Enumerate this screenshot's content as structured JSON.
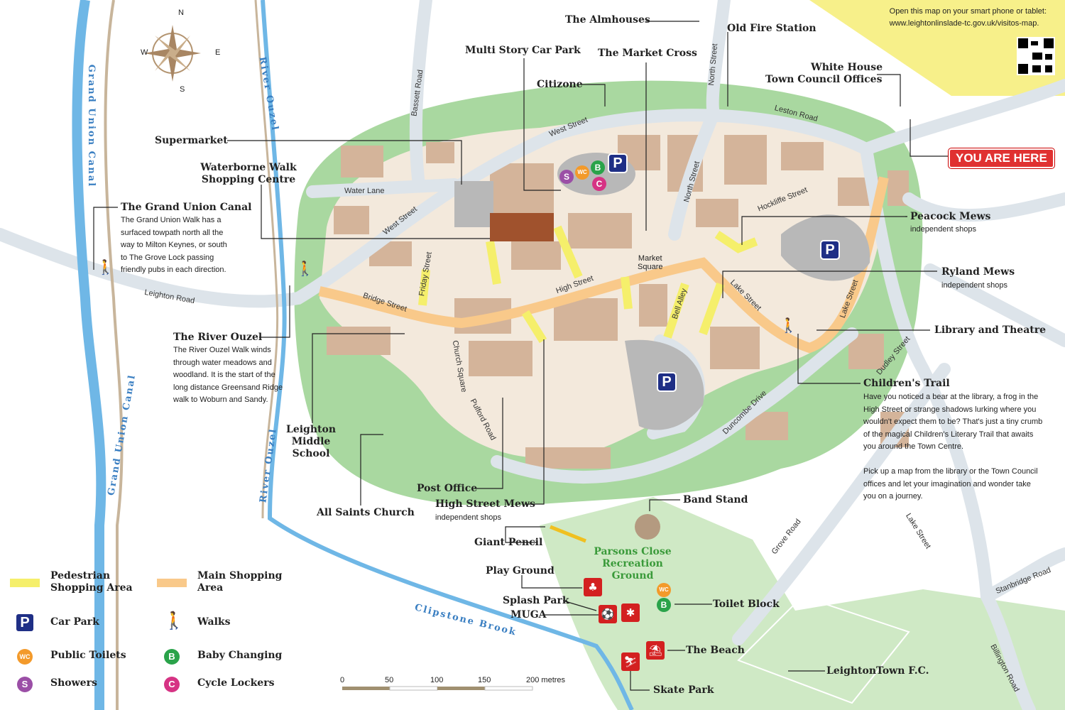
{
  "top_note": {
    "line1": "Open this map on your smart phone or tablet:",
    "line2": "www.leightonlinslade-tc.gov.uk/visitos-map."
  },
  "you_are_here": "YOU ARE HERE",
  "compass": {
    "n": "N",
    "e": "E",
    "s": "S",
    "w": "W"
  },
  "places": {
    "almhouses": "The Almhouses",
    "old_fire_station": "Old Fire Station",
    "multi_story": "Multi Story Car Park",
    "market_cross": "The Market Cross",
    "white_house": "White House",
    "town_council": "Town Council Offices",
    "citizone": "Citizone",
    "supermarket": "Supermarket",
    "waterborne": "Waterborne Walk",
    "waterborne2": "Shopping Centre",
    "grand_union": "The Grand Union Canal",
    "peacock": "Peacock Mews",
    "ryland": "Ryland Mews",
    "library": "Library and Theatre",
    "childrens_trail": "Children's Trail",
    "river_ouzel": "The River Ouzel",
    "leighton_middle": "Leighton",
    "leighton_middle2": "Middle",
    "leighton_middle3": "School",
    "post_office": "Post Office",
    "all_saints": "All Saints Church",
    "high_street_mews": "High Street Mews",
    "band_stand": "Band Stand",
    "giant_pencil": "Giant Pencil",
    "parsons1": "Parsons Close",
    "parsons2": "Recreation",
    "parsons3": "Ground",
    "play_ground": "Play Ground",
    "splash_park": "Splash Park",
    "muga": "MUGA",
    "toilet_block": "Toilet Block",
    "the_beach": "The Beach",
    "skate_park": "Skate Park",
    "fc": "LeightonTown F.C.",
    "market_square1": "Market",
    "market_square2": "Square"
  },
  "subs": {
    "independent_shops": "independent shops"
  },
  "descriptions": {
    "grand_union": [
      "The Grand Union Walk has a",
      "surfaced towpath north all the",
      "way to Milton Keynes, or south",
      "to The Grove Lock passing",
      "friendly pubs in each direction."
    ],
    "river_ouzel": [
      "The River Ouzel Walk winds",
      "through water meadows and",
      "woodland. It is the start of the",
      "long distance Greensand Ridge",
      "walk to Woburn and Sandy."
    ],
    "childrens_trail": [
      "Have you noticed a bear at the library, a frog in the",
      "High Street or strange shadows lurking where you",
      "wouldn't expect them to be? That's just a tiny crumb",
      "of the magical Children's Literary Trail that awaits",
      "you around the Town Centre.",
      "",
      "Pick up a map from the library or the Town Council",
      "offices and let your imagination and wonder take",
      "you on a journey."
    ]
  },
  "streets": {
    "water_lane": "Water Lane",
    "west_street": "West Street",
    "bassett_road": "Bassett Road",
    "north_street": "North Street",
    "leston_road": "Leston Road",
    "hockliffe_street": "Hockliffe Street",
    "leighton_road": "Leighton Road",
    "bridge_street": "Bridge Street",
    "friday_street": "Friday Street",
    "high_street": "High Street",
    "bell_alley": "Bell Alley",
    "lake_street": "Lake Street",
    "church_square": "Church Square",
    "pulford_road": "Pulford Road",
    "duncombe_drive": "Duncombe Drive",
    "dudley_street": "Dudley Street",
    "grove_road": "Grove Road",
    "stanbridge_road": "Stanbridge Road",
    "billington_road": "Billington Road"
  },
  "water": {
    "river_ouzel": "River Ouzel",
    "grand_union_canal": "Grand Union Canal",
    "clipstone_brook": "Clipstone Brook"
  },
  "icons": {
    "p": "P",
    "wc": "WC",
    "b": "B",
    "s": "S",
    "c": "C"
  },
  "legend": [
    {
      "label1": "Pedestrian",
      "label2": "Shopping Area"
    },
    {
      "label1": "Main Shopping",
      "label2": "Area"
    },
    {
      "label1": "Car Park"
    },
    {
      "label1": "Walks"
    },
    {
      "label1": "Public Toilets"
    },
    {
      "label1": "Baby Changing"
    },
    {
      "label1": "Showers"
    },
    {
      "label1": "Cycle Lockers"
    }
  ],
  "scale": {
    "ticks": [
      "0",
      "50",
      "100",
      "150",
      "200 metres"
    ]
  },
  "colors": {
    "pedestrian": "#f5ef6b",
    "main_shopping": "#f9c98a",
    "green": "#a9d8a0",
    "building": "#d4b49a",
    "road": "#dde4ea",
    "water": "#6fb7e6",
    "yah": "#e03131",
    "parking": "#1f2f86"
  }
}
